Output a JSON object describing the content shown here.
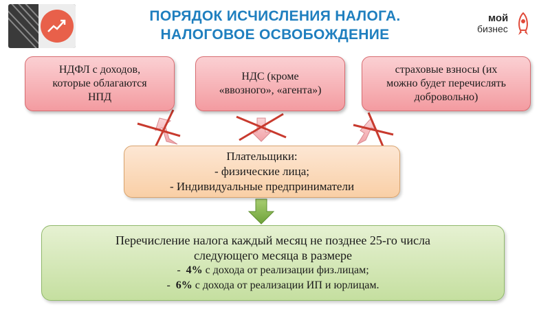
{
  "title": {
    "line1": "ПОРЯДОК ИСЧИСЛЕНИЯ НАЛОГА.",
    "line2": "НАЛОГОВОЕ ОСВОБОЖДЕНИЕ"
  },
  "logo": {
    "line1": "мой",
    "line2": "бизнес"
  },
  "exemptions": [
    {
      "lines": [
        "НДФЛ с доходов,",
        "которые облагаются",
        "НПД"
      ]
    },
    {
      "lines": [
        "НДС (кроме",
        "«ввозного», «агента»)"
      ]
    },
    {
      "lines": [
        "страховые взносы (их",
        "можно будет перечислять",
        "добровольно)"
      ]
    }
  ],
  "payers": {
    "heading": "Плательщики:",
    "items": [
      "- физические лица;",
      "- Индивидуальные предприниматели"
    ]
  },
  "payment": {
    "line1": "Перечисление налога каждый месяц не позднее 25-го числа",
    "line2": "следующего месяца в размере",
    "rate1_prefix": "-  ",
    "rate1_value": "4%",
    "rate1_text": " с дохода от реализации физ.лицам;",
    "rate2_prefix": "-  ",
    "rate2_value": "6%",
    "rate2_text": " с дохода от реализации ИП и юрлицам."
  },
  "colors": {
    "title": "#1f7fbf",
    "header_tile": "#e8604a",
    "red_box": "#f39ba0",
    "orange_box": "#f9cfa6",
    "green_box": "#c5dfa0",
    "green_arrow": "#7fb046",
    "cross": "#c83a2e"
  }
}
